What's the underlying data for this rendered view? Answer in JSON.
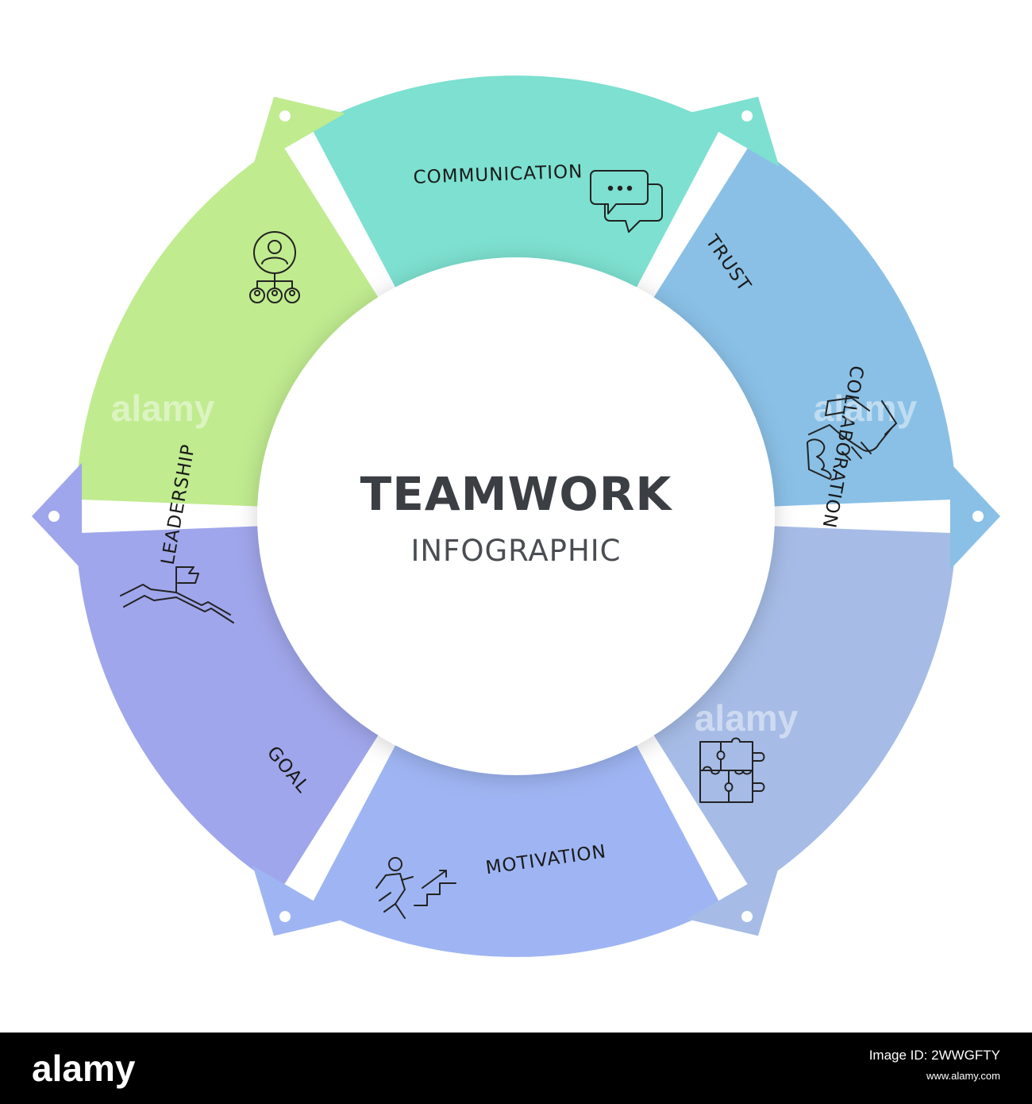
{
  "title": "TEAMWORK",
  "subtitle": "INFOGRAPHIC",
  "segments": [
    {
      "label": "COMMUNICATION",
      "color": "#7de0d0",
      "icon": "speech-bubbles-icon"
    },
    {
      "label": "TRUST",
      "color": "#8ac0e6",
      "icon": "handshake-icon"
    },
    {
      "label": "COLLABORATION",
      "color": "#a6bce6",
      "icon": "puzzle-icon"
    },
    {
      "label": "MOTIVATION",
      "color": "#9fb5f3",
      "icon": "climbing-stairs-icon"
    },
    {
      "label": "GOAL",
      "color": "#a0a6eb",
      "icon": "mountain-flag-icon"
    },
    {
      "label": "LEADERSHIP",
      "color": "#c0eb8f",
      "icon": "org-chart-icon"
    }
  ],
  "watermark": "alamy",
  "footer": {
    "logo": "alamy",
    "image_id": "Image ID: 2WWGFTY",
    "site": "www.alamy.com"
  }
}
